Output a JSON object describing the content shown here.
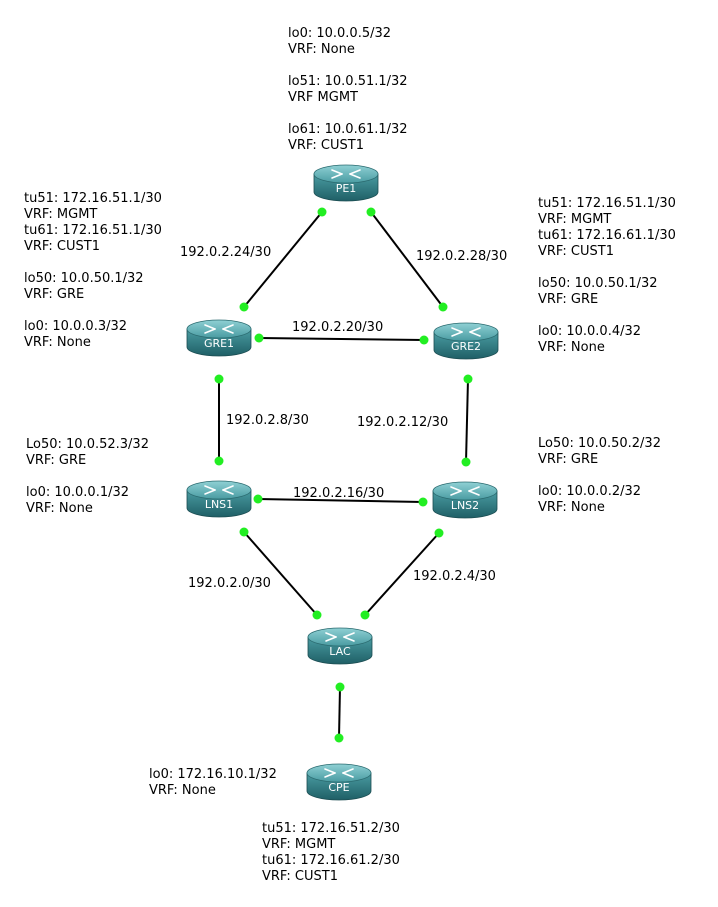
{
  "routers": [
    {
      "id": "PE1",
      "name": "PE1"
    },
    {
      "id": "GRE1",
      "name": "GRE1"
    },
    {
      "id": "GRE2",
      "name": "GRE2"
    },
    {
      "id": "LNS1",
      "name": "LNS1"
    },
    {
      "id": "LNS2",
      "name": "LNS2"
    },
    {
      "id": "LAC",
      "name": "LAC"
    },
    {
      "id": "CPE",
      "name": "CPE"
    }
  ],
  "links": [
    {
      "from": "PE1",
      "to": "GRE1",
      "subnet": "192.0.2.24/30"
    },
    {
      "from": "PE1",
      "to": "GRE2",
      "subnet": "192.0.2.28/30"
    },
    {
      "from": "GRE1",
      "to": "GRE2",
      "subnet": "192.0.2.20/30"
    },
    {
      "from": "GRE1",
      "to": "LNS1",
      "subnet": "192.0.2.8/30"
    },
    {
      "from": "GRE2",
      "to": "LNS2",
      "subnet": "192.0.2.12/30"
    },
    {
      "from": "LNS1",
      "to": "LNS2",
      "subnet": "192.0.2.16/30"
    },
    {
      "from": "LNS1",
      "to": "LAC",
      "subnet": "192.0.2.0/30"
    },
    {
      "from": "LNS2",
      "to": "LAC",
      "subnet": "192.0.2.4/30"
    },
    {
      "from": "LAC",
      "to": "CPE",
      "subnet": ""
    }
  ],
  "annotations": {
    "pe1": [
      "lo0: 10.0.0.5/32",
      "VRF: None",
      "",
      "lo51: 10.0.51.1/32",
      "VRF MGMT",
      "",
      "lo61: 10.0.61.1/32",
      "VRF: CUST1"
    ],
    "gre1": [
      "tu51: 172.16.51.1/30",
      "VRF: MGMT",
      "tu61: 172.16.51.1/30",
      "VRF: CUST1",
      "",
      "lo50: 10.0.50.1/32",
      "VRF: GRE",
      "",
      "lo0: 10.0.0.3/32",
      "VRF: None"
    ],
    "gre2": [
      "tu51: 172.16.51.1/30",
      "VRF: MGMT",
      "tu61: 172.16.61.1/30",
      "VRF: CUST1",
      "",
      "lo50: 10.0.50.1/32",
      "VRF: GRE",
      "",
      "lo0: 10.0.0.4/32",
      "VRF: None"
    ],
    "lns1": [
      "Lo50: 10.0.52.3/32",
      "VRF: GRE",
      "",
      "lo0: 10.0.0.1/32",
      "VRF: None"
    ],
    "lns2": [
      "Lo50: 10.0.50.2/32",
      "VRF: GRE",
      "",
      "lo0: 10.0.0.2/32",
      "VRF: None"
    ],
    "cpe_left": [
      "lo0: 172.16.10.1/32",
      "VRF: None"
    ],
    "cpe_bottom": [
      "tu51: 172.16.51.2/30",
      "VRF: MGMT",
      "tu61: 172.16.61.2/30",
      "VRF: CUST1"
    ]
  },
  "colors": {
    "router_body": "#2f7c82",
    "router_top": "#5fb3b8",
    "link_dot": "#22ee22",
    "link": "#000000"
  },
  "icons": {
    "router": "router-icon"
  }
}
